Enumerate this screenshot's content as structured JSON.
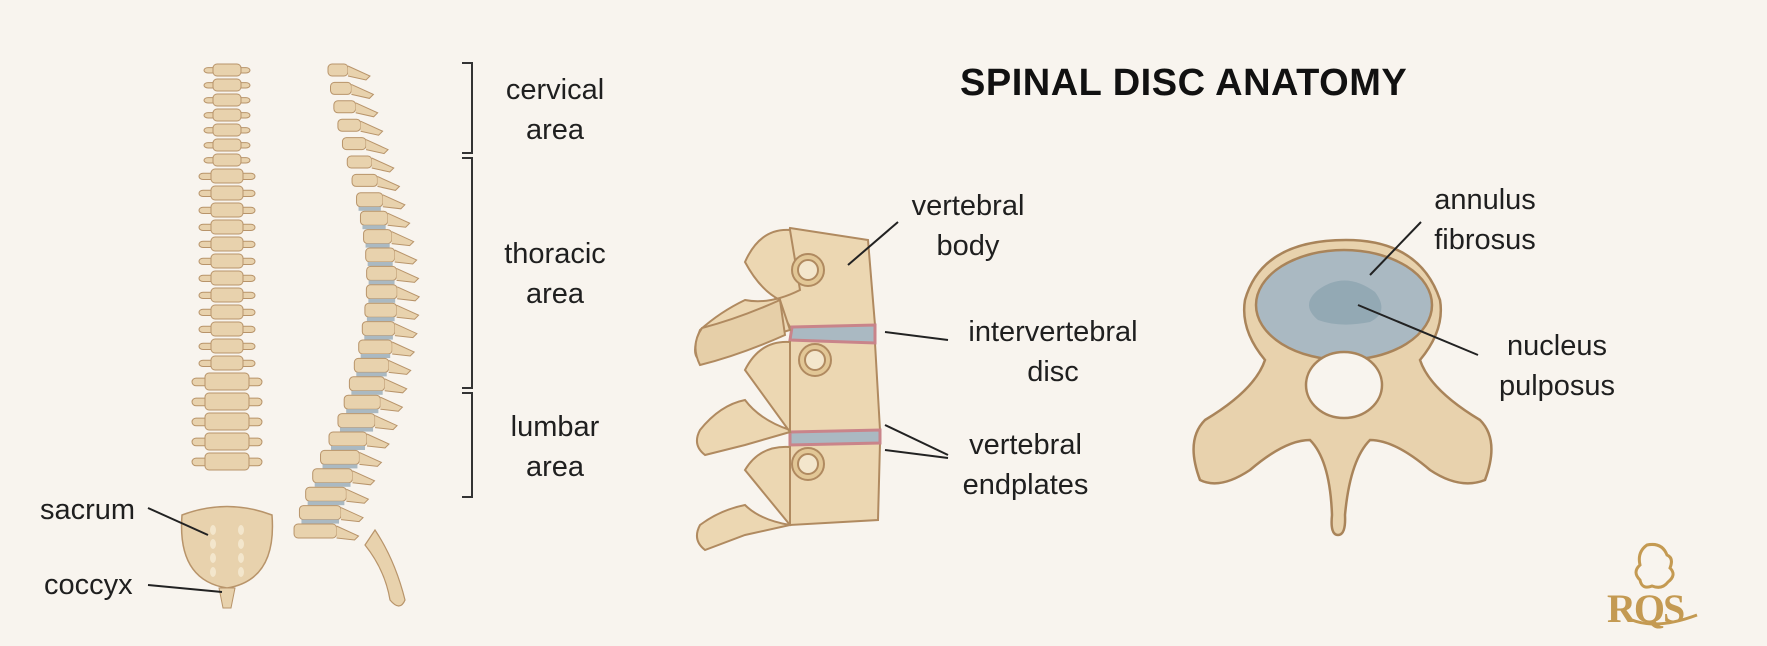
{
  "title": "SPINAL DISC ANATOMY",
  "regions": {
    "cervical": [
      "cervical",
      "area"
    ],
    "thoracic": [
      "thoracic",
      "area"
    ],
    "lumbar": [
      "lumbar",
      "area"
    ]
  },
  "labels": {
    "sacrum": "sacrum",
    "coccyx": "coccyx",
    "vertebral_body": [
      "vertebral",
      "body"
    ],
    "intervertebral_disc": [
      "intervertebral",
      "disc"
    ],
    "vertebral_endplates": [
      "vertebral",
      "endplates"
    ],
    "annulus_fibrosus": [
      "annulus",
      "fibrosus"
    ],
    "nucleus_pulposus": [
      "nucleus",
      "pulposus"
    ]
  },
  "logo": {
    "text": "RQS",
    "icon": "lion-icon"
  },
  "colors": {
    "background": "#f8f4ee",
    "bone": "#e8d2ad",
    "bone_outline": "#b8946a",
    "disc": "#aab9c2",
    "nucleus": "#93a9b4",
    "endplate": "#c9848a",
    "logo": "#c49a52"
  }
}
